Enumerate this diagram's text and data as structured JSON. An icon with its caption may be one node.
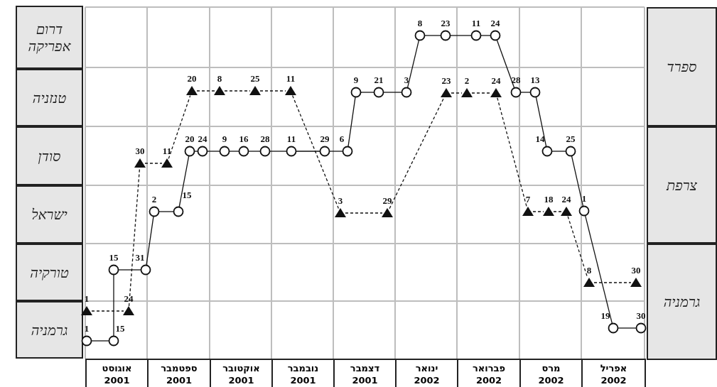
{
  "diagram": {
    "nodes": [
      {
        "text": [
          "דרום אפריקה"
        ]
      },
      {
        "text": [
          "טנזניה"
        ]
      },
      {
        "text": [
          "סודן"
        ]
      },
      {
        "text": [
          "ישראל"
        ]
      },
      {
        "text": [
          "טורקיה"
        ]
      },
      {
        "text": [
          "גרמניה"
        ]
      },
      {
        "text": [
          "ספרד"
        ]
      },
      {
        "text": [
          "צרפת"
        ]
      },
      {
        "text": [
          "גרמניה"
        ]
      },
      {
        "text": [],
        "shape": "circle",
        "beside": [
          "1"
        ]
      },
      {
        "text": [],
        "shape": "circle",
        "beside": [
          "15"
        ]
      },
      {
        "text": [],
        "shape": "circle",
        "beside": [
          "15"
        ]
      },
      {
        "text": [],
        "shape": "circle",
        "beside": [
          "31"
        ]
      },
      {
        "text": [],
        "shape": "circle",
        "beside": [
          "2"
        ]
      },
      {
        "text": [],
        "shape": "circle",
        "beside": [
          "15"
        ]
      },
      {
        "text": [],
        "shape": "circle",
        "beside": [
          "20"
        ]
      },
      {
        "text": [],
        "shape": "circle",
        "beside": [
          "24"
        ]
      },
      {
        "text": [],
        "shape": "circle",
        "beside": [
          "9"
        ]
      },
      {
        "text": [],
        "shape": "circle",
        "beside": [
          "16"
        ]
      },
      {
        "text": [],
        "shape": "circle",
        "beside": [
          "28"
        ]
      },
      {
        "text": [],
        "shape": "circle",
        "beside": [
          "11"
        ]
      },
      {
        "text": [],
        "shape": "circle",
        "beside": [
          "29"
        ]
      },
      {
        "text": [],
        "shape": "circle",
        "beside": [
          "6"
        ]
      },
      {
        "text": [],
        "shape": "circle",
        "beside": [
          "9"
        ]
      },
      {
        "text": [],
        "shape": "circle",
        "beside": [
          "21"
        ]
      },
      {
        "text": [],
        "shape": "circle",
        "beside": [
          "3"
        ]
      },
      {
        "text": [],
        "shape": "circle",
        "beside": [
          "8"
        ]
      },
      {
        "text": [],
        "shape": "circle",
        "beside": [
          "23"
        ]
      },
      {
        "text": [],
        "shape": "circle",
        "beside": [
          "11"
        ]
      },
      {
        "text": [],
        "shape": "circle",
        "beside": [
          "24"
        ]
      },
      {
        "text": [],
        "shape": "circle",
        "beside": [
          "28"
        ]
      },
      {
        "text": [],
        "shape": "circle",
        "beside": [
          "13"
        ]
      },
      {
        "text": [],
        "shape": "circle",
        "beside": [
          "14"
        ]
      },
      {
        "text": [],
        "shape": "circle",
        "beside": [
          "25"
        ]
      },
      {
        "text": [],
        "shape": "circle",
        "beside": [
          "1"
        ]
      },
      {
        "text": [],
        "shape": "circle",
        "beside": [
          "19"
        ]
      },
      {
        "text": [],
        "shape": "circle",
        "beside": [
          "30"
        ]
      },
      {
        "text": [],
        "shape": "triangle",
        "beside": [
          "1"
        ]
      },
      {
        "text": [],
        "shape": "triangle",
        "beside": [
          "24"
        ]
      },
      {
        "text": [],
        "shape": "triangle",
        "beside": [
          "30"
        ]
      },
      {
        "text": [],
        "shape": "triangle",
        "beside": [
          "11"
        ]
      },
      {
        "text": [],
        "shape": "triangle",
        "beside": [
          "20"
        ]
      },
      {
        "text": [],
        "shape": "triangle",
        "beside": [
          "8"
        ]
      },
      {
        "text": [],
        "shape": "triangle",
        "beside": [
          "25"
        ]
      },
      {
        "text": [],
        "shape": "triangle",
        "beside": [
          "11"
        ]
      },
      {
        "text": [],
        "shape": "triangle",
        "beside": [
          "3"
        ]
      },
      {
        "text": [],
        "shape": "triangle",
        "beside": [
          "29"
        ]
      },
      {
        "text": [],
        "shape": "triangle",
        "beside": [
          "23"
        ]
      },
      {
        "text": [],
        "shape": "triangle",
        "beside": [
          "2"
        ]
      },
      {
        "text": [],
        "shape": "triangle",
        "beside": [
          "24"
        ]
      },
      {
        "text": [],
        "shape": "triangle",
        "beside": [
          "7"
        ]
      },
      {
        "text": [],
        "shape": "triangle",
        "beside": [
          "18"
        ]
      },
      {
        "text": [],
        "shape": "triangle",
        "beside": [
          "24"
        ]
      },
      {
        "text": [],
        "shape": "triangle",
        "beside": [
          "8"
        ]
      },
      {
        "text": [],
        "shape": "triangle",
        "beside": [
          "30"
        ]
      }
    ],
    "edges": [
      {
        "from": 9,
        "to": 10,
        "arrow": "none"
      },
      {
        "from": 10,
        "to": 11,
        "arrow": "none"
      },
      {
        "from": 11,
        "to": 12,
        "arrow": "none"
      },
      {
        "from": 12,
        "to": 13,
        "arrow": "none"
      },
      {
        "from": 13,
        "to": 14,
        "arrow": "none"
      },
      {
        "from": 14,
        "to": 15,
        "arrow": "none"
      },
      {
        "from": 15,
        "to": 16,
        "arrow": "none"
      },
      {
        "from": 16,
        "to": 17,
        "arrow": "none"
      },
      {
        "from": 17,
        "to": 18,
        "arrow": "none"
      },
      {
        "from": 18,
        "to": 19,
        "arrow": "none"
      },
      {
        "from": 19,
        "to": 20,
        "arrow": "none"
      },
      {
        "from": 20,
        "to": 21,
        "arrow": "none"
      },
      {
        "from": 21,
        "to": 22,
        "arrow": "none"
      },
      {
        "from": 22,
        "to": 23,
        "arrow": "none"
      },
      {
        "from": 23,
        "to": 24,
        "arrow": "none"
      },
      {
        "from": 24,
        "to": 25,
        "arrow": "none"
      },
      {
        "from": 25,
        "to": 26,
        "arrow": "none"
      },
      {
        "from": 26,
        "to": 27,
        "arrow": "none"
      },
      {
        "from": 27,
        "to": 28,
        "arrow": "none"
      },
      {
        "from": 28,
        "to": 29,
        "arrow": "none"
      },
      {
        "from": 29,
        "to": 30,
        "arrow": "none"
      },
      {
        "from": 30,
        "to": 31,
        "arrow": "none"
      },
      {
        "from": 31,
        "to": 32,
        "arrow": "none"
      },
      {
        "from": 32,
        "to": 33,
        "arrow": "none"
      },
      {
        "from": 33,
        "to": 34,
        "arrow": "none"
      },
      {
        "from": 34,
        "to": 35,
        "arrow": "none"
      },
      {
        "from": 35,
        "to": 36,
        "arrow": "none"
      },
      {
        "from": 37,
        "to": 38,
        "arrow": "none",
        "style": "dashed"
      },
      {
        "from": 38,
        "to": 39,
        "arrow": "none",
        "style": "dashed"
      },
      {
        "from": 39,
        "to": 40,
        "arrow": "none",
        "style": "dashed"
      },
      {
        "from": 40,
        "to": 41,
        "arrow": "none",
        "style": "dashed"
      },
      {
        "from": 41,
        "to": 42,
        "arrow": "none",
        "style": "dashed"
      },
      {
        "from": 42,
        "to": 43,
        "arrow": "none",
        "style": "dashed"
      },
      {
        "from": 43,
        "to": 44,
        "arrow": "none",
        "style": "dashed"
      },
      {
        "from": 44,
        "to": 45,
        "arrow": "none",
        "style": "dashed"
      },
      {
        "from": 45,
        "to": 46,
        "arrow": "none",
        "style": "dashed"
      },
      {
        "from": 46,
        "to": 47,
        "arrow": "none",
        "style": "dashed"
      },
      {
        "from": 47,
        "to": 48,
        "arrow": "none",
        "style": "dashed"
      },
      {
        "from": 48,
        "to": 49,
        "arrow": "none",
        "style": "dashed"
      },
      {
        "from": 49,
        "to": 50,
        "arrow": "none",
        "style": "dashed"
      },
      {
        "from": 50,
        "to": 51,
        "arrow": "none",
        "style": "dashed"
      },
      {
        "from": 51,
        "to": 52,
        "arrow": "none",
        "style": "dashed"
      },
      {
        "from": 52,
        "to": 53,
        "arrow": "none",
        "style": "dashed"
      },
      {
        "from": 53,
        "to": 54,
        "arrow": "none",
        "style": "dashed"
      }
    ],
    "labels": [
      "אוגוסט 2001",
      "ספטמבר 2001",
      "אוקטובר 2001",
      "נובמבר 2001",
      "דצמבר 2001",
      "ינואר 2002",
      "פברואר 2002",
      "מרס 2002",
      "אפריל 2002"
    ]
  }
}
